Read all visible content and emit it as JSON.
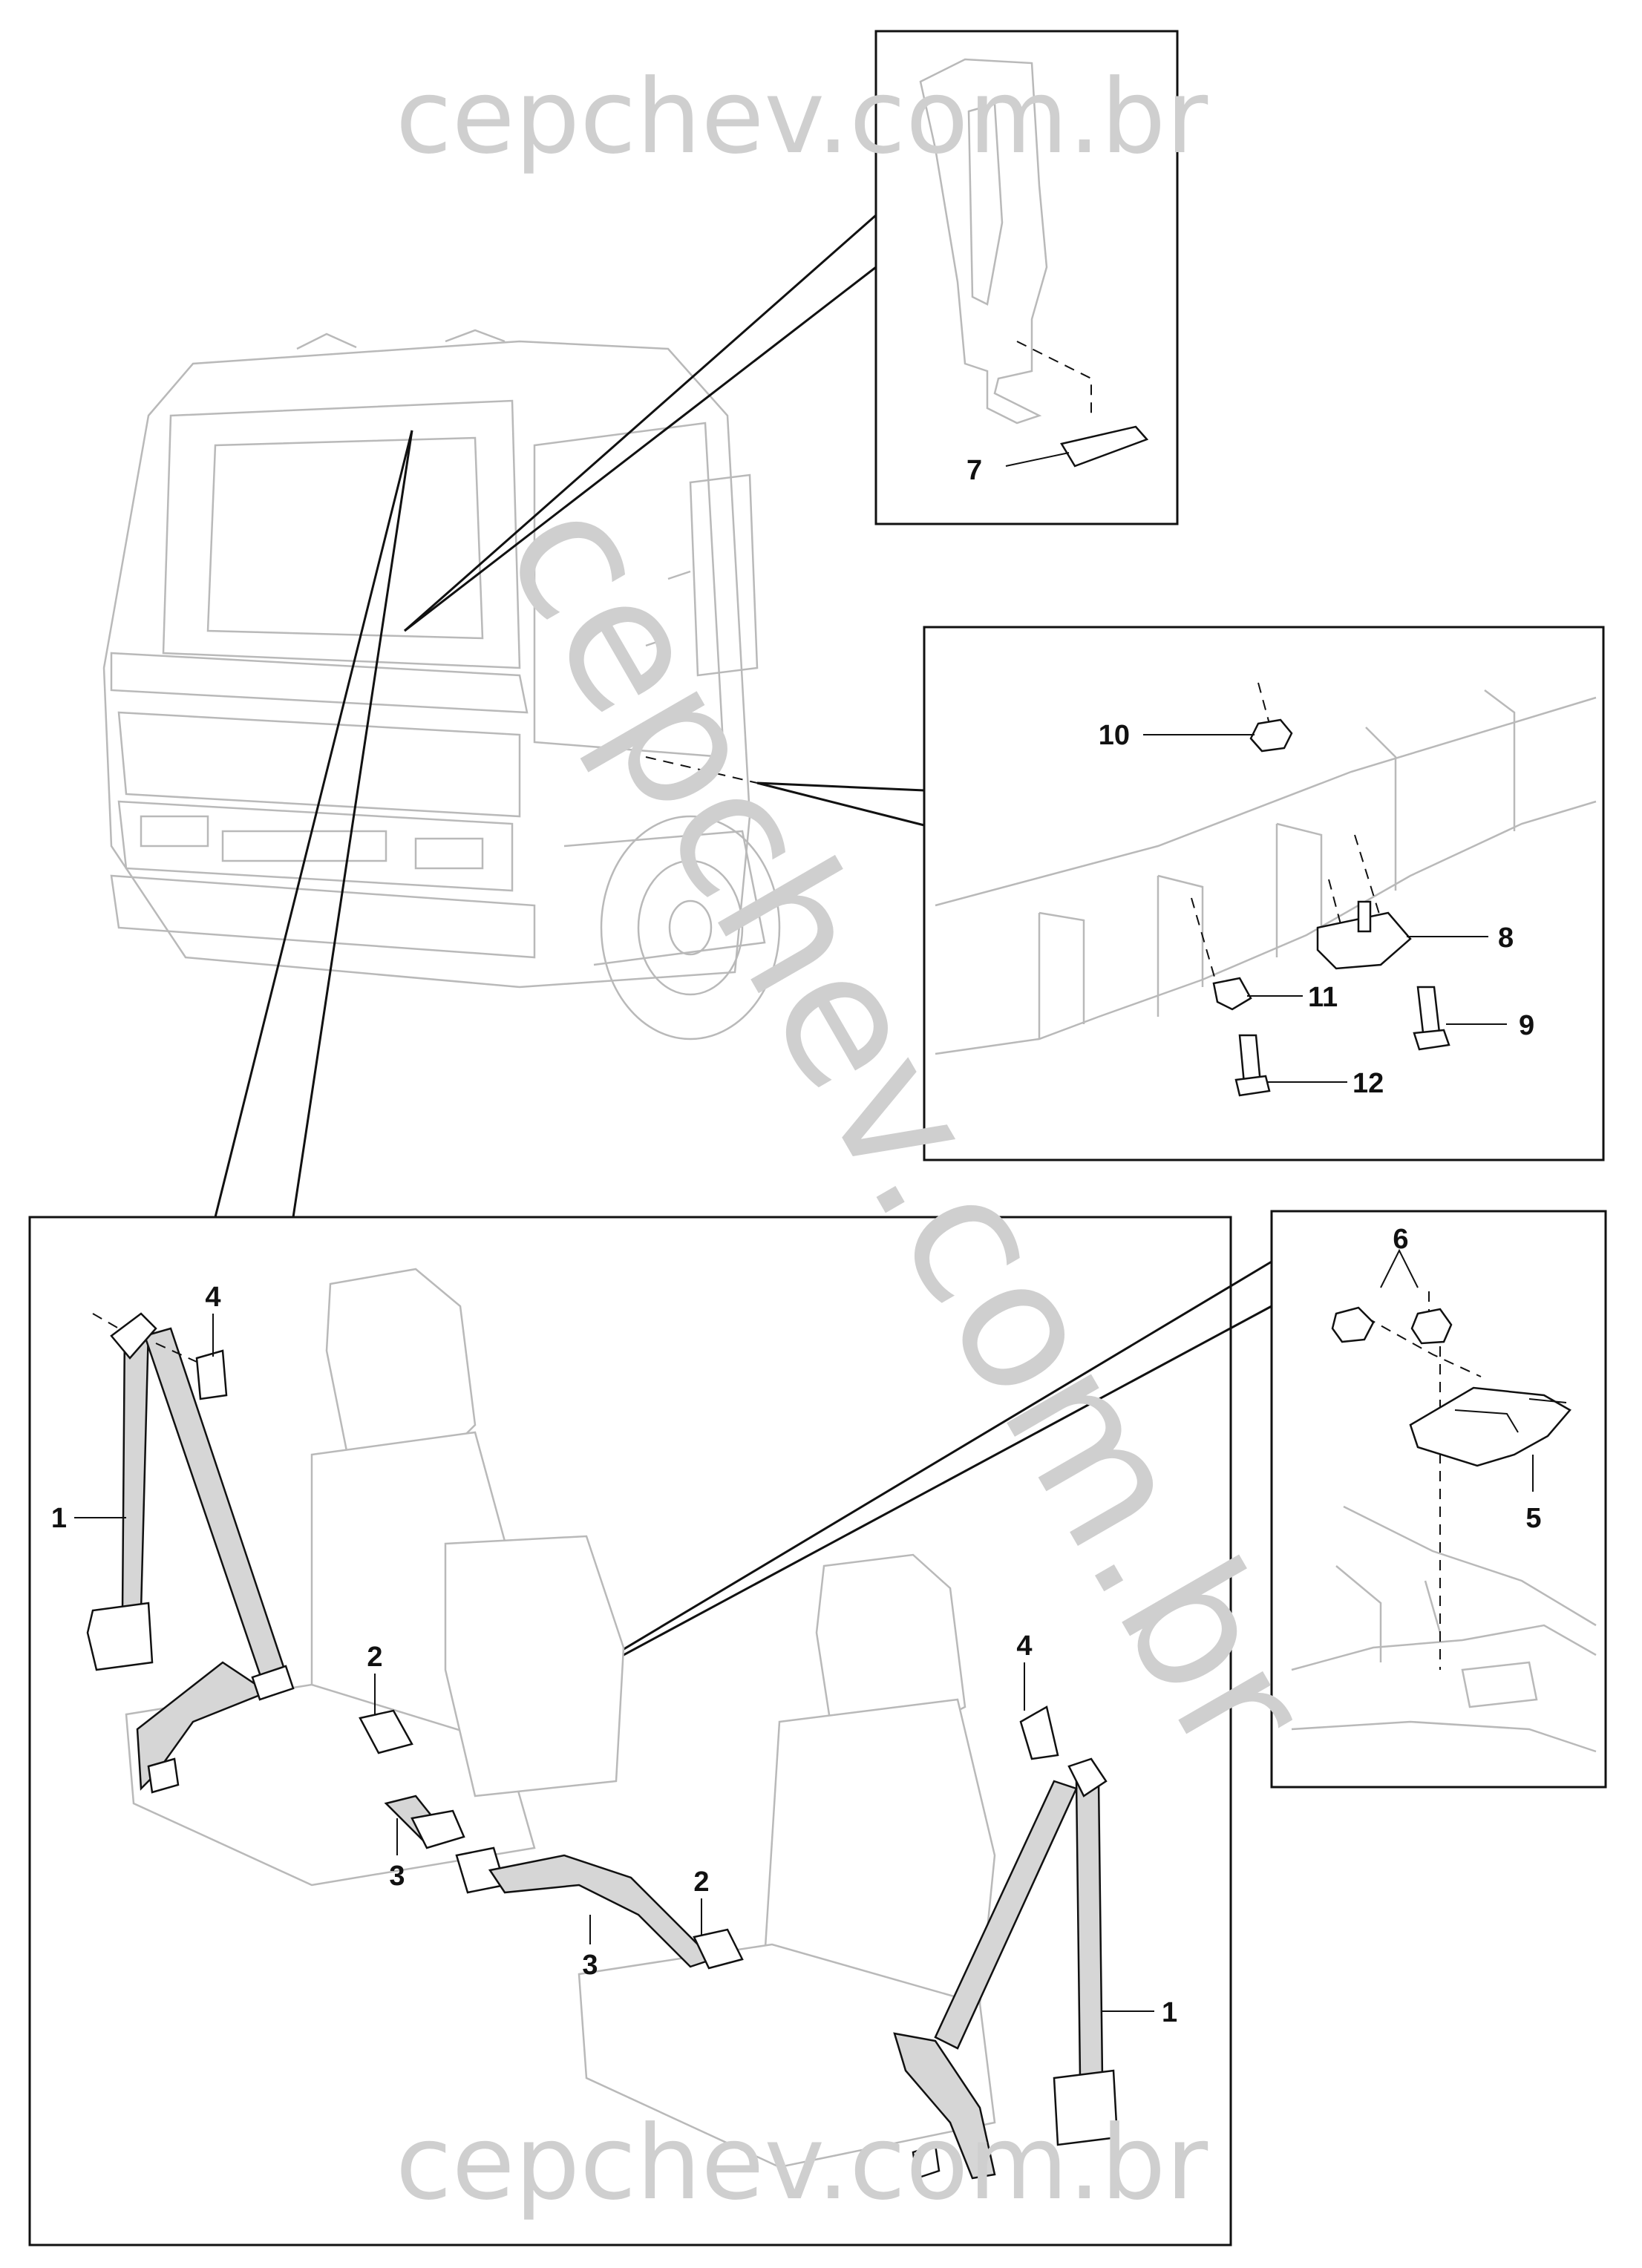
{
  "watermark": {
    "top": "cepchev.com.br",
    "bottom": "cepchev.com.br",
    "diagonal": "cepchev.com.br",
    "color": "#cfcfcf"
  },
  "callouts": {
    "c1_left": "1",
    "c1_right": "1",
    "c2_left": "2",
    "c2_right": "2",
    "c3_left": "3",
    "c3_center": "3",
    "c4_left": "4",
    "c4_right": "4",
    "c5": "5",
    "c6": "6",
    "c7": "7",
    "c8": "8",
    "c9": "9",
    "c10": "10",
    "c11": "11",
    "c12": "12"
  }
}
